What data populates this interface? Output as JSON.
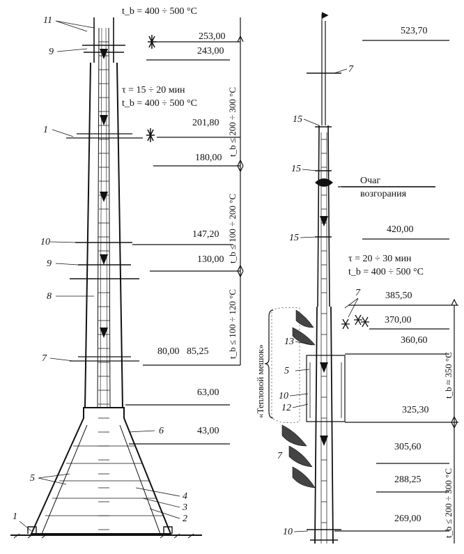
{
  "left_tower": {
    "elevations": [
      "253,00",
      "243,00",
      "201,80",
      "180,00",
      "147,20",
      "130,00",
      "80,00",
      "85,25",
      "63,00",
      "43,00"
    ],
    "callouts": [
      "11",
      "9",
      "1",
      "10",
      "9",
      "8",
      "7",
      "6",
      "5",
      "4",
      "3",
      "2",
      "1"
    ],
    "note_top": "t_b = 400 ÷ 500 °C",
    "note_mid_tau": "τ = 15 ÷ 20 мин",
    "note_mid_tb": "t_b = 400 ÷ 500 °C",
    "zone_labels": [
      "t_b ≤ 200 ÷ 300 °C",
      "t_b ≤ 100 ÷ 200 °C",
      "t_b ≤ 100 ÷ 120 °C"
    ]
  },
  "right_tower": {
    "elevations": [
      "523,70",
      "420,00",
      "385,50",
      "370,00",
      "360,60",
      "325,30",
      "305,60",
      "288,25",
      "269,00"
    ],
    "callouts": [
      "7",
      "15",
      "15",
      "15",
      "7",
      "13",
      "5",
      "10",
      "12",
      "7",
      "10"
    ],
    "fire_source_line1": "Очаг",
    "fire_source_line2": "возгорания",
    "note_tau": "τ = 20 ÷ 30 мин",
    "note_tb": "t_b = 400 ÷ 500 °C",
    "heat_bag": "«Тепловой мешок»",
    "zone_labels": [
      "t_b ≈ 350 °C",
      "t_b ≤ 200 ÷ 300 °C"
    ]
  }
}
